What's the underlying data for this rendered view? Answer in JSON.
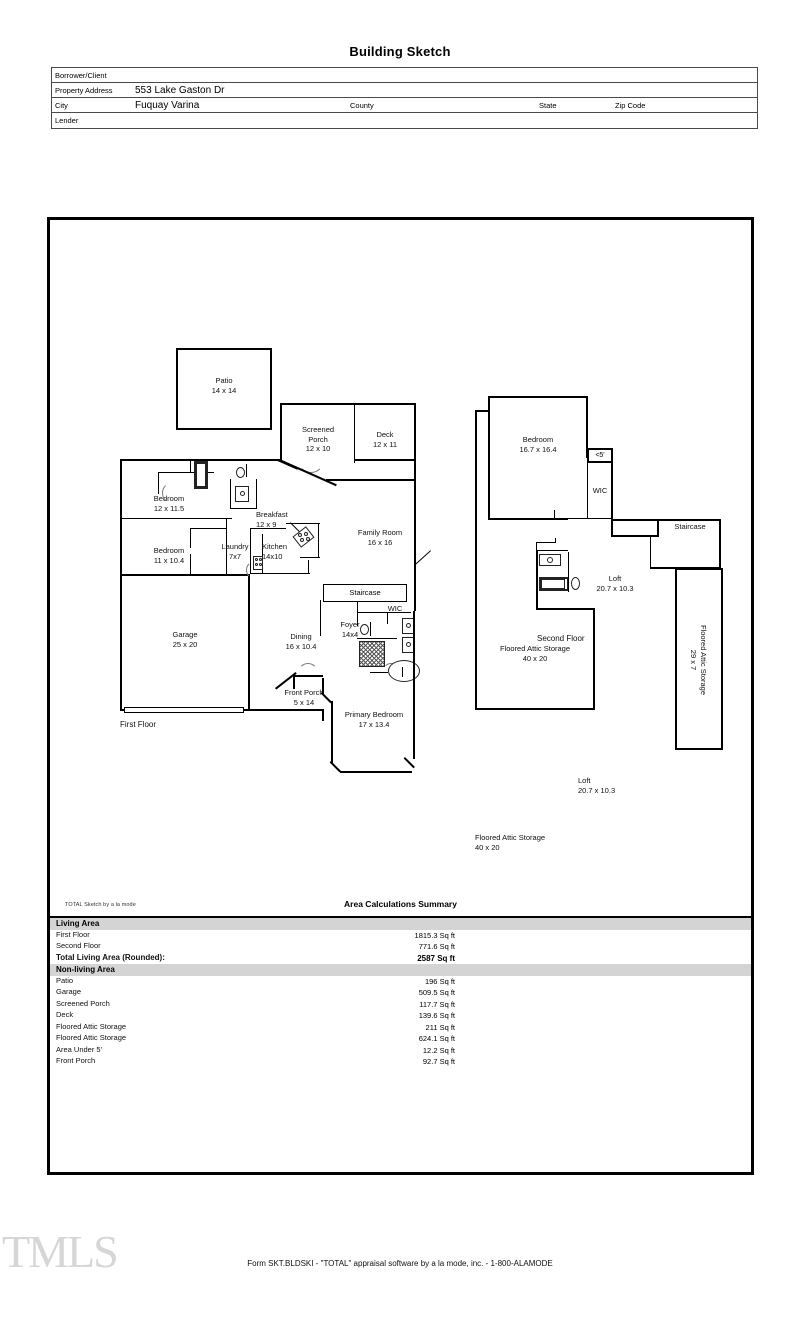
{
  "document": {
    "title": "Building Sketch",
    "form_footer": "Form SKT.BLDSKI - \"TOTAL\" appraisal software by a la mode, inc. - 1-800-ALAMODE",
    "watermark": "TMLS",
    "sketch_credit": "TOTAL Sketch by a la mode"
  },
  "header": {
    "rows": [
      {
        "label": "Borrower/Client",
        "value": ""
      },
      {
        "label": "Property Address",
        "value": "553 Lake Gaston Dr"
      },
      {
        "label": "City",
        "value": "Fuquay Varina"
      },
      {
        "label": "Lender",
        "value": ""
      }
    ],
    "city_label": "City",
    "city_value": "Fuquay Varina",
    "county_label": "County",
    "county_value": "",
    "state_label": "State",
    "state_value": "",
    "zip_label": "Zip Code",
    "zip_value": ""
  },
  "floorplan": {
    "first_floor_label": "First Floor",
    "second_floor_label": "Second Floor",
    "rooms": [
      {
        "name": "Patio",
        "dims": "14 x 14"
      },
      {
        "name": "Screened\nPorch",
        "dims": "12 x 10"
      },
      {
        "name": "Deck",
        "dims": "12 x 11"
      },
      {
        "name": "Bedroom",
        "dims": "12 x 11.5"
      },
      {
        "name": "Breakfast",
        "dims": "12 x 9"
      },
      {
        "name": "Family Room",
        "dims": "16 x 16"
      },
      {
        "name": "Bedroom",
        "dims": "11 x 10.4"
      },
      {
        "name": "Laundry",
        "dims": "7x7"
      },
      {
        "name": "Kitchen",
        "dims": "14x10"
      },
      {
        "name": "Garage",
        "dims": "25 x 20"
      },
      {
        "name": "Dining",
        "dims": "16 x 10.4"
      },
      {
        "name": "Foyer",
        "dims": "14x4"
      },
      {
        "name": "Front Porch",
        "dims": "5 x 14"
      },
      {
        "name": "Primary Bedroom",
        "dims": "17 x 13.4"
      },
      {
        "name": "Bedroom",
        "dims": "16.7 x 16.4"
      },
      {
        "name": "Loft",
        "dims": "20.7 x 10.3"
      },
      {
        "name": "Floored Attic Storage",
        "dims": "40 x 20"
      },
      {
        "name": "Floored Attic Storage",
        "dims": "29 x 7"
      }
    ],
    "labels": {
      "patio": "Patio\n14 x 14",
      "screened_porch": "Screened\nPorch\n12 x 10",
      "deck": "Deck\n12 x 11",
      "bedroom1": "Bedroom\n12 x 11.5",
      "breakfast": "Breakfast\n12 x 9",
      "family_room": "Family Room\n16 x 16",
      "bedroom2": "Bedroom\n11 x 10.4",
      "laundry": "Laundry\n7x7",
      "kitchen": "Kitchen\n14x10",
      "garage": "Garage\n25 x 20",
      "dining": "Dining\n16 x 10.4",
      "foyer": "Foyer\n14x4",
      "front_porch": "Front Porch\n5 x 14",
      "primary_bedroom": "Primary Bedroom\n17 x 13.4",
      "staircase_1": "Staircase",
      "wic_1": "WIC",
      "bedroom_up": "Bedroom\n16.7 x 16.4",
      "under5": "<5'",
      "wic_2": "WIC",
      "staircase_2": "Staircase",
      "loft": "Loft\n20.7 x 10.3",
      "attic_40x20": "Floored Attic Storage\n40 x 20",
      "attic_29x7": "Floored Attic Storage\n29 x 7"
    }
  },
  "summary": {
    "title": "Area Calculations Summary",
    "living_header": "Living Area",
    "living_rows": [
      {
        "label": "First Floor",
        "value": "1815.3 Sq ft"
      },
      {
        "label": "Second Floor",
        "value": "771.6 Sq ft"
      }
    ],
    "total_row": {
      "label": "Total Living Area (Rounded):",
      "value": "2587 Sq ft"
    },
    "nonliving_header": "Non-living Area",
    "nonliving_rows": [
      {
        "label": "Patio",
        "value": "196 Sq ft"
      },
      {
        "label": "Garage",
        "value": "509.5 Sq ft"
      },
      {
        "label": "Screened Porch",
        "value": "117.7 Sq ft"
      },
      {
        "label": "Deck",
        "value": "139.6 Sq ft"
      },
      {
        "label": "Floored Attic Storage",
        "value": "211 Sq ft"
      },
      {
        "label": "Floored Attic Storage",
        "value": "624.1 Sq ft"
      },
      {
        "label": "Area Under 5'",
        "value": "12.2 Sq ft"
      },
      {
        "label": "Front Porch",
        "value": "92.7 Sq ft"
      }
    ]
  }
}
